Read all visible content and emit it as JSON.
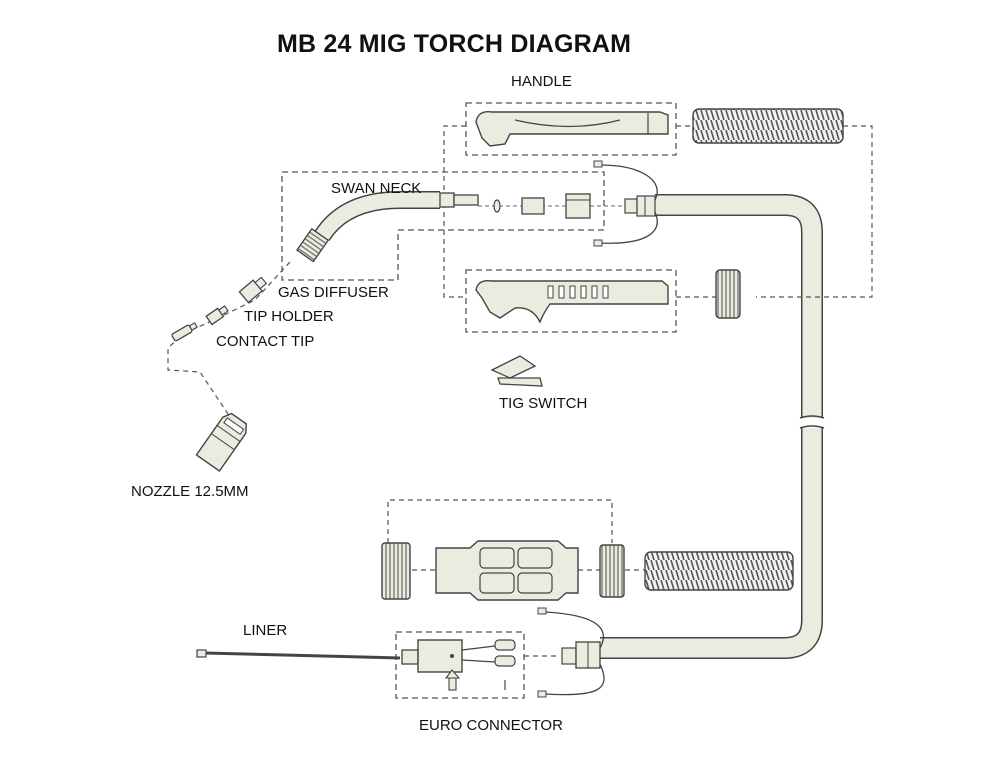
{
  "title": "MB 24 MIG TORCH DIAGRAM",
  "labels": {
    "handle": "HANDLE",
    "swan_neck": "SWAN NECK",
    "gas_diffuser": "GAS DIFFUSER",
    "tip_holder": "TIP HOLDER",
    "contact_tip": "CONTACT TIP",
    "tig_switch": "TIG SWITCH",
    "nozzle": "NOZZLE 12.5MM",
    "liner": "LINER",
    "euro_connector": "EURO CONNECTOR"
  },
  "colors": {
    "part_fill": "#e9eddf",
    "outline": "#444444",
    "dashed": "#555555",
    "spring": "#666666"
  }
}
